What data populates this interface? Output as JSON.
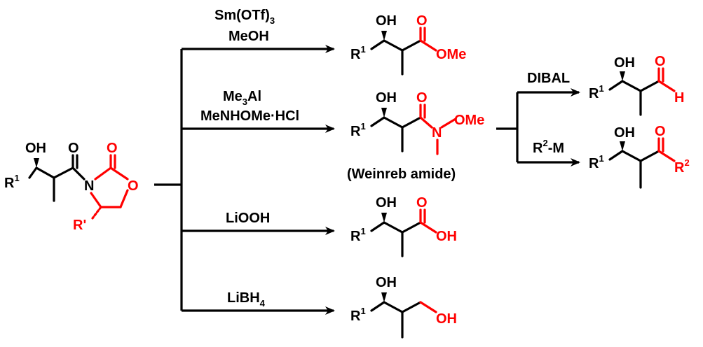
{
  "colors": {
    "highlight": "#ff0000",
    "ink": "#000000"
  },
  "start": {
    "OH": "OH",
    "R": "R",
    "R_sup": "1",
    "O_carbonyl": "O",
    "N": "N",
    "O_ring_carbonyl": "O",
    "O_ring": "O",
    "R_prime": "R'"
  },
  "conditions": {
    "c1_line1": "Sm(OTf)",
    "c1_line1_sub": "3",
    "c1_line2": "MeOH",
    "c2_line1_a": "Me",
    "c2_line1_sub": "3",
    "c2_line1_b": "Al",
    "c2_line2": "MeNHOMe·HCl",
    "c3": "LiOOH",
    "c4_a": "LiBH",
    "c4_sub": "4",
    "c5": "DIBAL",
    "c6_a": "R",
    "c6_sup": "2",
    "c6_b": "-M"
  },
  "products": {
    "ester": {
      "OH": "OH",
      "R": "R",
      "R_sup": "1",
      "O": "O",
      "OMe": "OMe"
    },
    "weinreb": {
      "OH": "OH",
      "R": "R",
      "R_sup": "1",
      "O": "O",
      "N": "N",
      "OMe": "OMe",
      "caption": "(Weinreb amide)"
    },
    "acid": {
      "OH": "OH",
      "R": "R",
      "R_sup": "1",
      "O": "O",
      "OH2": "OH"
    },
    "alcohol": {
      "OH": "OH",
      "R": "R",
      "R_sup": "1",
      "OH2": "OH"
    },
    "aldehyde": {
      "OH": "OH",
      "R": "R",
      "R_sup": "1",
      "O": "O",
      "H": "H"
    },
    "ketone": {
      "OH": "OH",
      "R": "R",
      "R_sup": "1",
      "O": "O",
      "R2": "R",
      "R2_sup": "2"
    }
  }
}
